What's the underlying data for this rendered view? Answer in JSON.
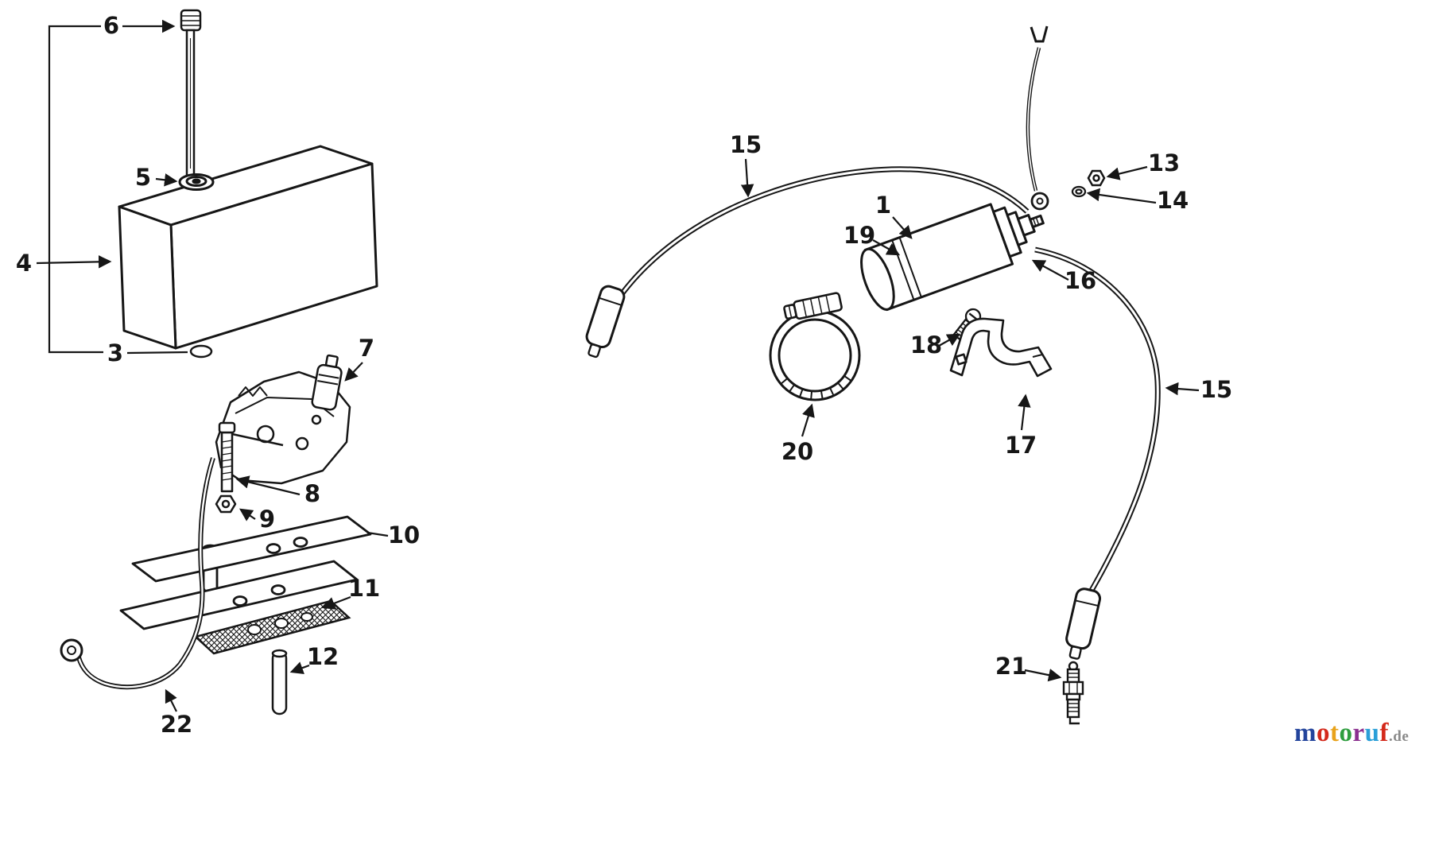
{
  "page": {
    "background_color": "#ffffff"
  },
  "diagram": {
    "type": "exploded-parts-diagram",
    "ink_color": "#161616",
    "sections": [
      "fuel-tank-and-breaker-points",
      "ignition-coil-and-plug-wires"
    ]
  },
  "callouts": {
    "p1": "1",
    "p3": "3",
    "p4": "4",
    "p5": "5",
    "p6": "6",
    "p7": "7",
    "p8": "8",
    "p9": "9",
    "p10": "10",
    "p11": "11",
    "p12": "12",
    "p13": "13",
    "p14": "14",
    "p15a": "15",
    "p15b": "15",
    "p16": "16",
    "p17": "17",
    "p18": "18",
    "p19": "19",
    "p20": "20",
    "p21": "21",
    "p22": "22"
  },
  "watermark": {
    "word": "motoruf",
    "suffix": ".de",
    "suffix_color": "#8a8a8a",
    "letters": [
      {
        "ch": "m",
        "color": "#23449c"
      },
      {
        "ch": "o",
        "color": "#d42a1c"
      },
      {
        "ch": "t",
        "color": "#e8a21a"
      },
      {
        "ch": "o",
        "color": "#2f9e3f"
      },
      {
        "ch": "r",
        "color": "#8b2f8f"
      },
      {
        "ch": "u",
        "color": "#2a9fd8"
      },
      {
        "ch": "f",
        "color": "#d42a1c"
      }
    ]
  }
}
